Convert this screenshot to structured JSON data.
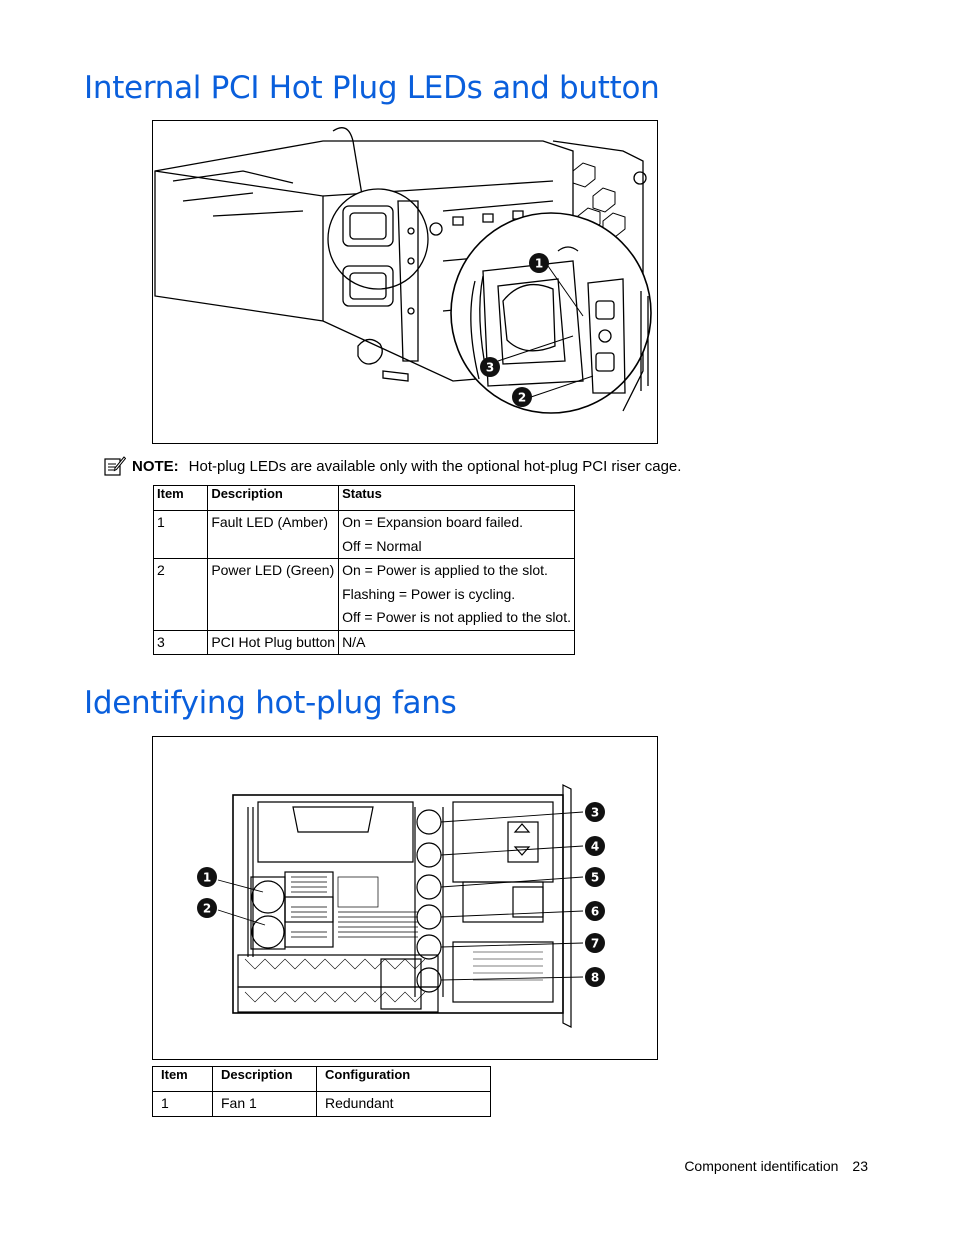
{
  "section1": {
    "title": "Internal PCI Hot Plug LEDs and button",
    "callouts": [
      "1",
      "3",
      "2"
    ],
    "note": {
      "label": "NOTE:",
      "text": "Hot-plug LEDs are available only with the optional hot-plug PCI riser cage."
    },
    "table": {
      "headers": [
        "Item",
        "Description",
        "Status"
      ],
      "rows": [
        {
          "item": "1",
          "description": "Fault LED (Amber)",
          "status": [
            "On = Expansion board failed.",
            "Off = Normal"
          ]
        },
        {
          "item": "2",
          "description": "Power LED (Green)",
          "status": [
            "On = Power is applied to the slot.",
            "Flashing = Power is cycling.",
            "Off = Power is not applied to the slot."
          ]
        },
        {
          "item": "3",
          "description": "PCI Hot Plug button",
          "status": [
            "N/A"
          ]
        }
      ]
    }
  },
  "section2": {
    "title": "Identifying hot-plug fans",
    "callouts_left": [
      "1",
      "2"
    ],
    "callouts_right": [
      "3",
      "4",
      "5",
      "6",
      "7",
      "8"
    ],
    "table": {
      "headers": [
        "Item",
        "Description",
        "Configuration"
      ],
      "rows": [
        {
          "item": "1",
          "description": "Fan 1",
          "configuration": "Redundant"
        }
      ]
    }
  },
  "footer": {
    "section": "Component identification",
    "page": "23"
  }
}
